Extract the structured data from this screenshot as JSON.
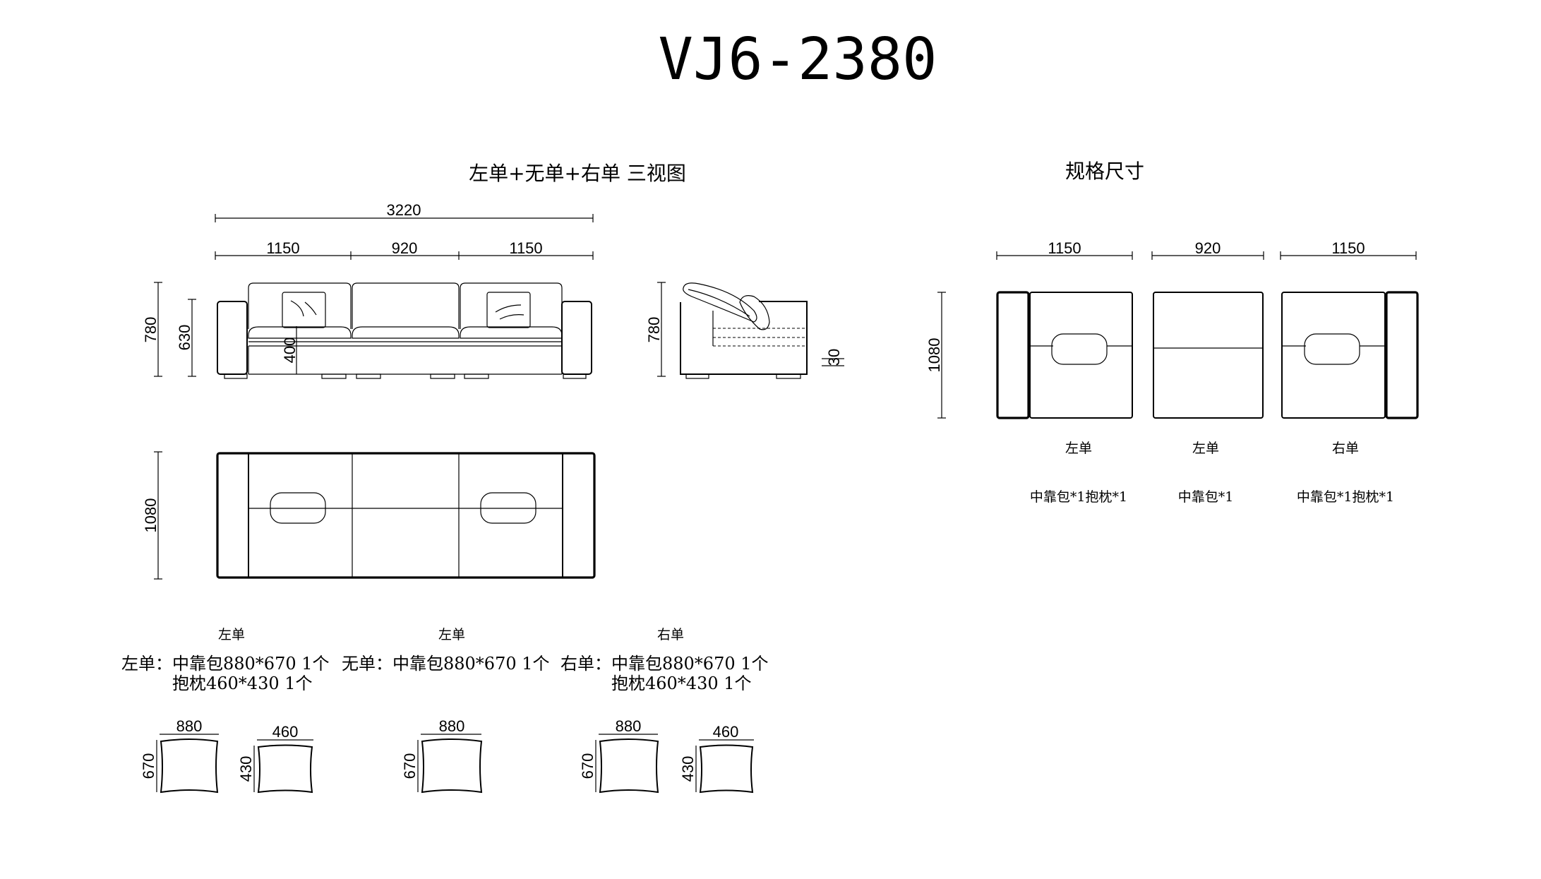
{
  "title": "VJ6-2380",
  "left_heading": "左单+无单+右单 三视图",
  "right_heading": "规格尺寸",
  "front_view": {
    "overall_width": "3220",
    "seg_left": "1150",
    "seg_mid": "920",
    "seg_right": "1150",
    "height": "780",
    "back_height": "630",
    "seat_height": "400"
  },
  "side_view": {
    "height": "780",
    "cushion": "30"
  },
  "top_view": {
    "depth": "1080"
  },
  "modules": {
    "left": {
      "label": "左单",
      "width": "1150",
      "contents": "中靠包*1抱枕*1"
    },
    "middle": {
      "label": "左单",
      "width": "920",
      "contents": "中靠包*1"
    },
    "right": {
      "label": "右单",
      "width": "1150",
      "contents": "中靠包*1抱枕*1"
    },
    "depth": "1080"
  },
  "parts_lists": {
    "left": {
      "header": "左单",
      "line1": "左单：中靠包880*670  1个",
      "line2": "抱枕460*430     1个"
    },
    "middle": {
      "header": "左单",
      "line1": "无单：中靠包880*670  1个"
    },
    "right": {
      "header": "右单",
      "line1": "右单：中靠包880*670  1个",
      "line2": "抱枕460*430     1个"
    }
  },
  "cushion_sizes": {
    "back_w": "880",
    "back_h": "670",
    "pillow_w": "460",
    "pillow_h": "430"
  }
}
